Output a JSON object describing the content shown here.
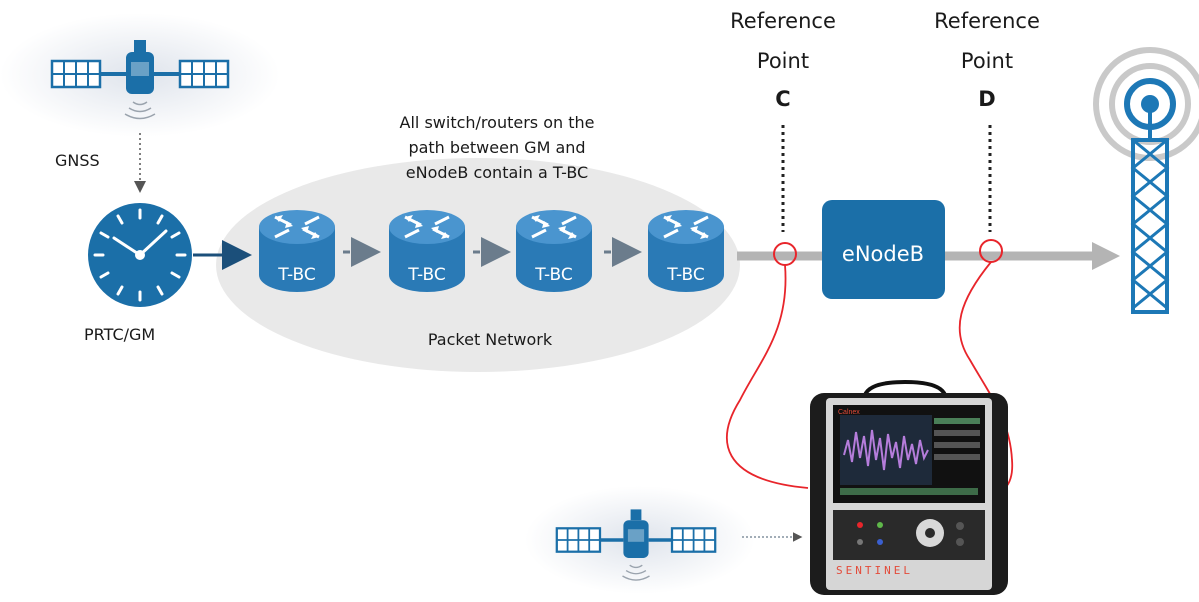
{
  "labels": {
    "gnss": "GNSS",
    "prtc": "PRTC/GM",
    "cloud_note": [
      "All switch/routers on the",
      "path between GM and",
      "eNodeB contain a T-BC"
    ],
    "packet_network": "Packet Network",
    "tbc": "T-BC",
    "enodeb": "eNodeB",
    "ref_c": [
      "Reference",
      "Point",
      "C"
    ],
    "ref_d": [
      "Reference",
      "Point",
      "D"
    ],
    "device_brand": "Calnex",
    "device_name": "SENTINEL"
  },
  "colors": {
    "primary_blue": "#1b6fa8",
    "router_blue": "#2a7ab6",
    "cloud_gray": "#e9e9e9",
    "link_gray": "#b4b4b4",
    "ref_red": "#e8252b",
    "tower_blue": "#1d78b6"
  },
  "icons": [
    "satellite-icon",
    "clock-icon",
    "router-icon",
    "cell-tower-icon",
    "test-device-icon"
  ]
}
